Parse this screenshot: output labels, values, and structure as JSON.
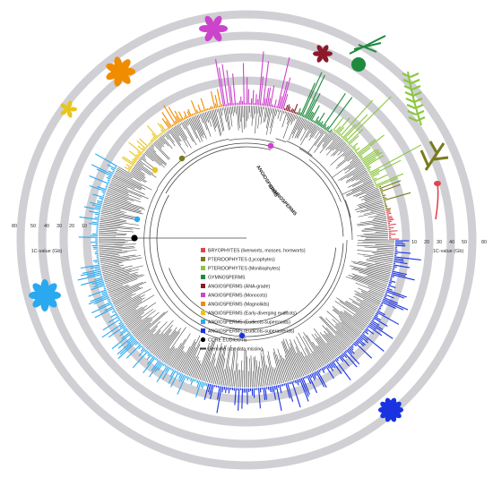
{
  "figure": {
    "title": "",
    "axis": {
      "left_ticks": [
        "80",
        "50",
        "40",
        "30",
        "20",
        "10"
      ],
      "right_ticks": [
        "10",
        "20",
        "30",
        "40",
        "50",
        "80"
      ],
      "left_unit": "1C-value (Gb)",
      "right_unit": "1C-value (Gb)"
    },
    "clade_labels": {
      "angiosperms": "ANGIOSPERMS",
      "gymnosperms": "GYMNOSPERMS"
    },
    "legend": [
      {
        "label": "BRYOPHYTES (liverworts, mosses, hornworts)",
        "color": "#e0454f",
        "marker": "square"
      },
      {
        "label": "PTERIDOPHYTES (Lycophytes)",
        "color": "#7a7a1e",
        "marker": "square"
      },
      {
        "label": "PTERIDOPHYTES (Moniliophytes)",
        "color": "#8cc63f",
        "marker": "square"
      },
      {
        "label": "GYMNOSPERMS",
        "color": "#1e8a3c",
        "marker": "square"
      },
      {
        "label": "ANGIOSPERMS (ANA-grade)",
        "color": "#8b1a2b",
        "marker": "square"
      },
      {
        "label": "ANGIOSPERMS (Monocots)",
        "color": "#cc44cc",
        "marker": "square"
      },
      {
        "label": "ANGIOSPERMS (Magnoliids)",
        "color": "#f08c00",
        "marker": "square"
      },
      {
        "label": "ANGIOSPERMS (Early-diverging eudicots)",
        "color": "#e8c51a",
        "marker": "square"
      },
      {
        "label": "ANGIOSPERMS (Eudicots-superrosids)",
        "color": "#2aa9f0",
        "marker": "square"
      },
      {
        "label": "ANGIOSPERMS (Eudicots-superasterids)",
        "color": "#1a33e0",
        "marker": "square"
      },
      {
        "label": "CORE EUDICOTS",
        "color": "#000000",
        "marker": "circle"
      },
      {
        "label": "Genome size data missing",
        "color": "#333333",
        "marker": "line"
      }
    ],
    "colors": {
      "rings": "#cfcfd4",
      "branches": "#4a4a4a",
      "bryophytes": "#e0454f",
      "lycophytes": "#7a7a1e",
      "moniliophytes": "#8cc63f",
      "gymnosperms": "#1e8a3c",
      "ana_grade": "#8b1a2b",
      "monocots": "#cc44cc",
      "magnoliids": "#f08c00",
      "early_eudicots": "#e8c51a",
      "superrosids": "#2aa9f0",
      "superasterids": "#1a33e0"
    },
    "silhouettes": [
      {
        "icon": "liverwort-icon",
        "color": "#e0454f"
      },
      {
        "icon": "lycophyte-icon",
        "color": "#7a7a1e"
      },
      {
        "icon": "fern-icon",
        "color": "#8cc63f"
      },
      {
        "icon": "conifer-icon",
        "color": "#1e8a3c"
      },
      {
        "icon": "water-lily-icon",
        "color": "#8b1a2b"
      },
      {
        "icon": "orchid-icon",
        "color": "#cc44cc"
      },
      {
        "icon": "magnolia-icon",
        "color": "#f08c00"
      },
      {
        "icon": "poppy-icon",
        "color": "#e8c51a"
      },
      {
        "icon": "rose-icon",
        "color": "#2aa9f0"
      },
      {
        "icon": "cornflower-icon",
        "color": "#1a33e0"
      }
    ]
  }
}
